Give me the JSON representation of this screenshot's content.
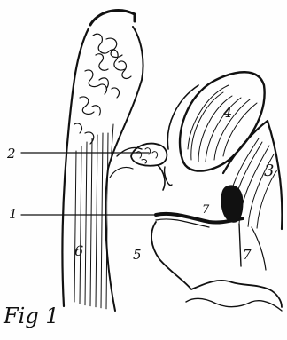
{
  "figure": {
    "caption": "Fig 1",
    "labels": {
      "l1": "1",
      "l2": "2",
      "l3": "3",
      "l4": "4",
      "l5": "5",
      "l6": "6",
      "l7a": "7",
      "l7b": "7"
    },
    "ink_color": "#111111",
    "paper_color": "#fefefe"
  }
}
